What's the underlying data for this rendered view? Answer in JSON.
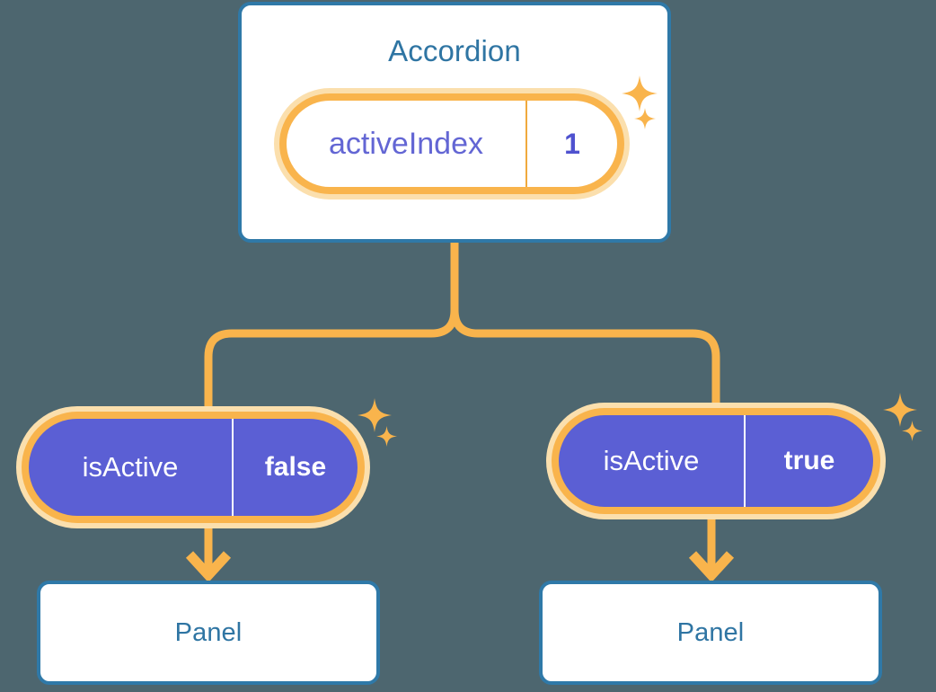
{
  "diagram": {
    "title_component": "Accordion",
    "background_color": "#4d666f",
    "accent_orange": "#f9b44c",
    "accent_orange_pale": "#fbdfad",
    "accent_blue": "#2f79a8",
    "accent_indigo": "#5b5fd4",
    "root": {
      "label": "Accordion",
      "state": {
        "key": "activeIndex",
        "value": "1"
      }
    },
    "children": [
      {
        "state": {
          "key": "isActive",
          "value": "false"
        },
        "node": {
          "label": "Panel"
        }
      },
      {
        "state": {
          "key": "isActive",
          "value": "true"
        },
        "node": {
          "label": "Panel"
        }
      }
    ],
    "icons": {
      "sparkle": "sparkle-icon",
      "arrow_down": "arrow-down-icon"
    }
  }
}
